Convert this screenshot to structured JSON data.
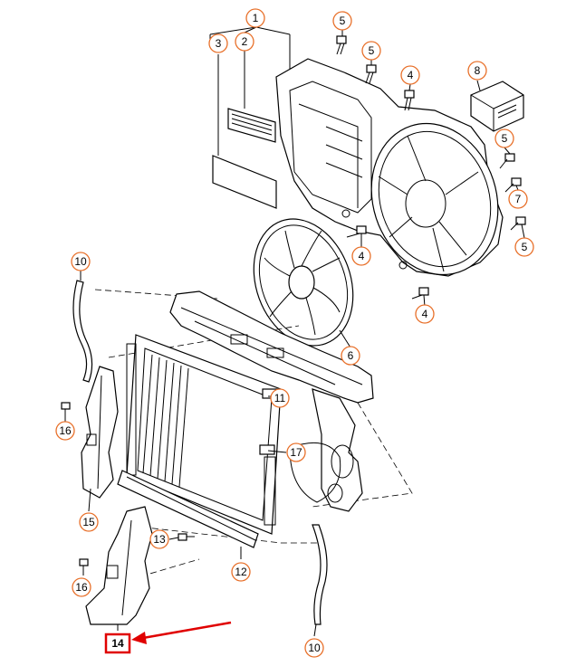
{
  "diagram": {
    "callouts": [
      {
        "label": "1",
        "style": "circle"
      },
      {
        "label": "2",
        "style": "circle"
      },
      {
        "label": "3",
        "style": "circle"
      },
      {
        "label": "5",
        "style": "circle"
      },
      {
        "label": "5",
        "style": "circle"
      },
      {
        "label": "4",
        "style": "circle"
      },
      {
        "label": "8",
        "style": "circle"
      },
      {
        "label": "5",
        "style": "circle"
      },
      {
        "label": "7",
        "style": "circle"
      },
      {
        "label": "5",
        "style": "circle"
      },
      {
        "label": "4",
        "style": "circle"
      },
      {
        "label": "4",
        "style": "circle"
      },
      {
        "label": "6",
        "style": "circle"
      },
      {
        "label": "10",
        "style": "circle"
      },
      {
        "label": "11",
        "style": "circle"
      },
      {
        "label": "16",
        "style": "circle"
      },
      {
        "label": "17",
        "style": "circle"
      },
      {
        "label": "15",
        "style": "circle"
      },
      {
        "label": "13",
        "style": "circle"
      },
      {
        "label": "12",
        "style": "circle"
      },
      {
        "label": "16",
        "style": "circle"
      },
      {
        "label": "10",
        "style": "circle"
      },
      {
        "label": "14",
        "style": "highlight-box"
      }
    ],
    "colors": {
      "line": "#000000",
      "callout_circle": "#e8702a",
      "highlight": "#e00000",
      "background": "#ffffff"
    }
  }
}
